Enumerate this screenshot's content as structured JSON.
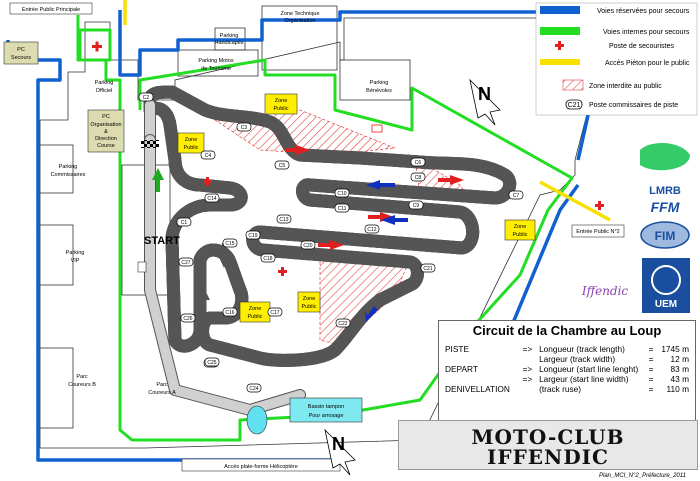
{
  "legend": {
    "secours_reserved": "Voies réservées pour secours",
    "internal_secours": "Voies internes pour secours",
    "poste_secouristes": "Poste de secouristes",
    "acces_pieton": "Accès Piéton pour le public",
    "zone_interdite": "Zone interdite au public",
    "poste_commissaires": "Poste commissaires de piste",
    "poste_code": "C21"
  },
  "labels": {
    "entree_principale": "Entrée Public Principale",
    "pc_secours": [
      "PC",
      "Secours"
    ],
    "parking_officiel": [
      "Parking",
      "Officiel"
    ],
    "pc_organisation": [
      "PC",
      "Organisation",
      "&",
      "Direction",
      "Course"
    ],
    "parking_handicapes": [
      "Parking",
      "Handicapés"
    ],
    "parking_motos": [
      "Parking Motos",
      "de Tourisme"
    ],
    "zone_technique": [
      "Zone Technique",
      "Organisation"
    ],
    "parking_benevoles": [
      "Parking",
      "Bénévoles"
    ],
    "parking_commissaires": [
      "Parking",
      "Commissaires"
    ],
    "parking_vip": [
      "Parking",
      "VIP"
    ],
    "parc_coureurs_b": [
      "Parc",
      "Coureurs B"
    ],
    "parc_coureurs_a": [
      "Parc",
      "Coureurs A"
    ],
    "start": "START",
    "zone_public": [
      "Zone",
      "Public"
    ],
    "entree_public_2": "Entrée Public N°2",
    "bassin": [
      "Bassin tampon",
      "Pour arrosage"
    ],
    "acces_helico": "Accès plate-forme Hélicoptère",
    "north": "N"
  },
  "posts": [
    "C2",
    "C3",
    "C4",
    "C5",
    "C6",
    "C7",
    "C8",
    "C9",
    "C10",
    "C11",
    "C12",
    "C13",
    "C14",
    "C15",
    "C16",
    "C17",
    "C18",
    "C19",
    "C20",
    "C21",
    "C22",
    "C23",
    "C24",
    "C25",
    "C26",
    "C27",
    "C1"
  ],
  "logos": {
    "lmrb": "LMRB",
    "ffm": "FFM",
    "fim": "FIM",
    "uem": "UEM",
    "iffendic": "Iffendic"
  },
  "info": {
    "title": "Circuit de la Chambre au Loup",
    "rows": [
      {
        "k": "PISTE",
        "arrow": "=>",
        "desc": "Longueur (track length)",
        "eq": "=",
        "val": "1745 m"
      },
      {
        "k": "",
        "arrow": "",
        "desc": "Largeur (track width)",
        "eq": "=",
        "val": "12 m"
      },
      {
        "k": "DEPART",
        "arrow": "=>",
        "desc": "Longueur (start line lenght)",
        "eq": "=",
        "val": "83 m"
      },
      {
        "k": "",
        "arrow": "=>",
        "desc": "Largeur (start line width)",
        "eq": "=",
        "val": "43 m"
      },
      {
        "k": "DENIVELLATION",
        "arrow": "",
        "desc": "(track ruse)",
        "eq": "=",
        "val": "110 m"
      }
    ]
  },
  "motoclub": {
    "line1": "MOTO-CLUB",
    "line2": "IFFENDIC"
  },
  "caption": "Plan_MCI_N°2_Préfecture_2011",
  "colors": {
    "blue": "#1060d0",
    "green": "#22dd22",
    "yellow": "#f8e000",
    "red": "#e02020",
    "track": "#c8c8c8",
    "zone_public": "#ffee00",
    "pc_box": "#dcdcb0"
  }
}
